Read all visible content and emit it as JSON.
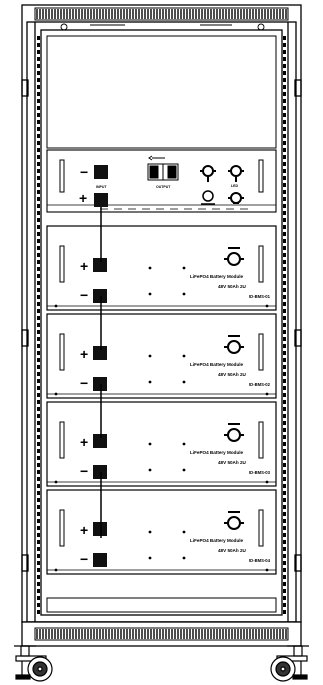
{
  "controller": {
    "input_label": "INPUT",
    "output_label": "OUTPUT",
    "led_label": "LED",
    "minus_sign": "−",
    "plus_sign": "+"
  },
  "modules": [
    {
      "title": "LiFePO4 Battery Module",
      "spec": "48V 50Ah 2U",
      "id": "ID-BMS-01"
    },
    {
      "title": "LiFePO4 Battery Module",
      "spec": "48V 50Ah 2U",
      "id": "ID-BMS-02"
    },
    {
      "title": "LiFePO4 Battery Module",
      "spec": "48V 50Ah 2U",
      "id": "ID-BMS-03"
    },
    {
      "title": "LiFePO4 Battery Module",
      "spec": "48V 50Ah 2U",
      "id": "ID-BMS-04"
    }
  ],
  "colors": {
    "line": "#000000",
    "background": "#ffffff"
  },
  "icons": [
    "breaker-switch-icon",
    "power-button-icon",
    "caster-wheel-icon",
    "vent-grille-icon",
    "terminal-icon"
  ]
}
